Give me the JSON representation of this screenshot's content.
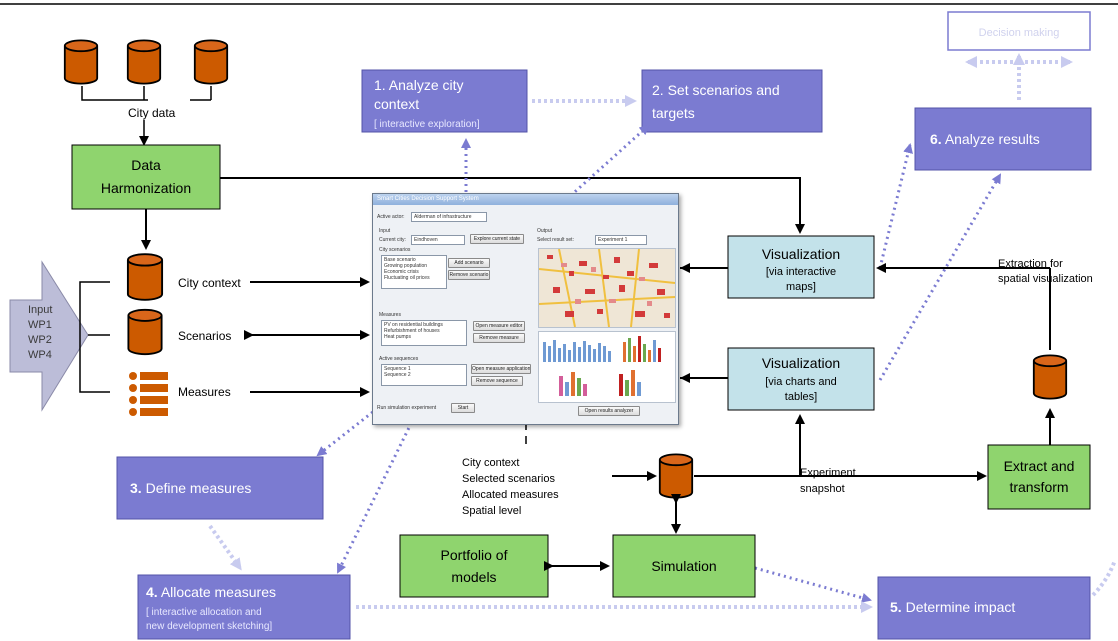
{
  "city_data_label": "City data",
  "data_harmonization": "Data Harmonization",
  "input_arrow": [
    "Input",
    "WP1",
    "WP2",
    "WP4"
  ],
  "inputs": {
    "city_context": "City context",
    "scenarios": "Scenarios",
    "measures": "Measures"
  },
  "steps": {
    "analyze_city": {
      "title_line1": "1. Analyze city",
      "title_line2": "context",
      "subtitle": "[ interactive exploration]"
    },
    "set_scenarios": {
      "title_line1": "2. Set scenarios and",
      "title_line2": "targets"
    },
    "define_measures": {
      "num": "3.",
      "title": "Define measures"
    },
    "allocate_measures": {
      "num": "4.",
      "title": "Allocate measures",
      "subtitle_line1": "[ interactive allocation and",
      "subtitle_line2": "new development sketching]"
    },
    "determine_impact": {
      "num": "5.",
      "title": "Determine impact"
    },
    "analyze_results": {
      "num": "6.",
      "title": "Analyze results"
    }
  },
  "top_right_box": "Decision making",
  "visualization_maps": {
    "title": "Visualization",
    "sub1": "[via interactive",
    "sub2": "maps]"
  },
  "visualization_charts": {
    "title": "Visualization",
    "sub1": "[via charts and",
    "sub2": "tables]"
  },
  "extraction_label": [
    "Extraction for",
    "spatial visualization"
  ],
  "snapshot_inputs": [
    "City context",
    "Selected scenarios",
    "Allocated measures",
    "Spatial level"
  ],
  "experiment_snapshot": [
    "Experiment",
    "snapshot"
  ],
  "extract_transform": [
    "Extract and",
    "transform"
  ],
  "portfolio": [
    "Portfolio of",
    "models"
  ],
  "simulation": "Simulation",
  "app": {
    "window_title": "Smart Cities Decision Support System",
    "active_actor_label": "Active actor:",
    "active_actor_value": "Alderman of infrastructure",
    "input_label": "Input",
    "current_city_label": "Current city:",
    "current_city_value": "Eindhoven",
    "explore_button": "Explore current state",
    "city_scenarios_label": "City scenarios",
    "scenario_items": [
      "Base scenario",
      "Growing population",
      "Economic crisis",
      "Fluctuating oil prices"
    ],
    "add_scenario": "Add scenario",
    "remove_scenario": "Remove scenario",
    "measures_label": "Measures",
    "measure_items": [
      "PV on residential buildings",
      "Refurbishment of houses",
      "Heat pumps"
    ],
    "open_measure_editor": "Open measure editor",
    "remove_measure": "Remove measure",
    "active_sequences_label": "Active sequences",
    "sequence_items": [
      "Sequence 1",
      "Sequence 2"
    ],
    "open_measure_application": "Open measure application",
    "remove_sequence": "Remove sequence",
    "simulation_label": "Run simulation experiment",
    "start_button": "Start",
    "output_label": "Output",
    "select_result_label": "Select result set:",
    "select_result_value": "Experiment 1",
    "open_results_button": "Open results analyzer"
  },
  "colors": {
    "purple": "#7b7bd1",
    "green": "#8fd46e",
    "teal": "#c3e2ea",
    "cylinder": "#cc5a00"
  }
}
